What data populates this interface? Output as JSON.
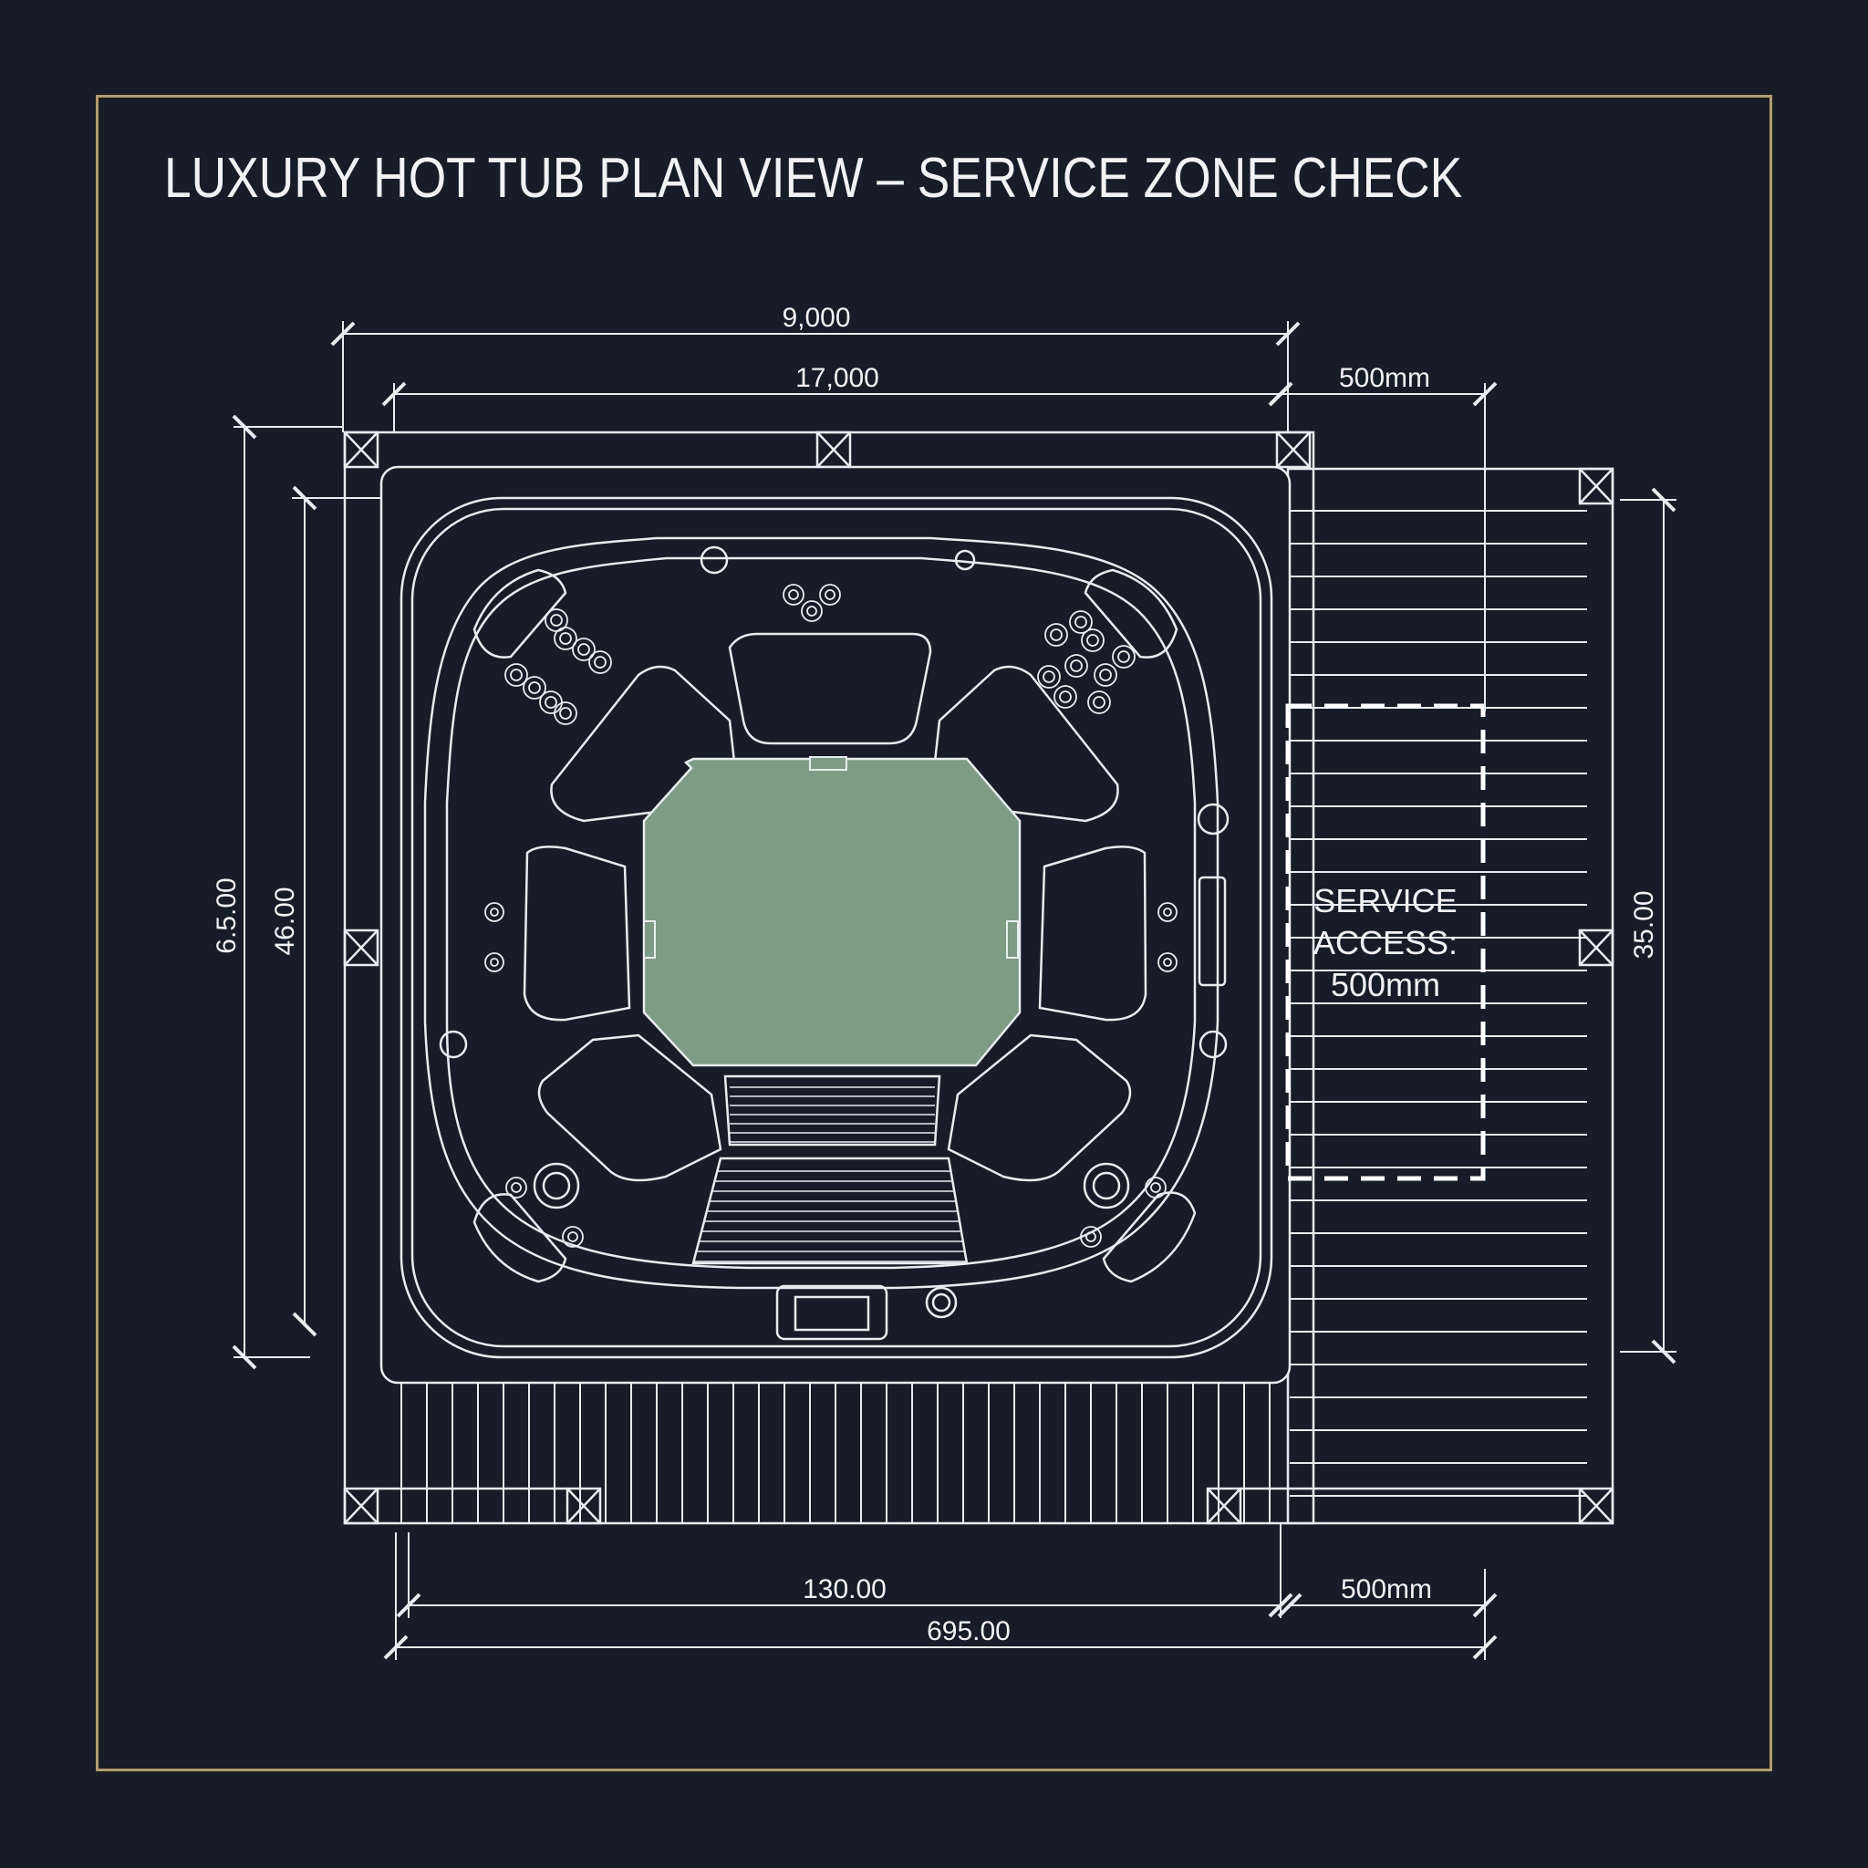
{
  "title": "LUXURY HOT TUB PLAN VIEW – SERVICE ZONE CHECK",
  "colors": {
    "background": "#161d29",
    "frame": "#b89a61",
    "line": "#e9ecef",
    "footwell": "#7d9c84",
    "text": "#f2f2f2"
  },
  "dimensions": {
    "top_outer": "9,000",
    "top_inner": "17,000",
    "top_service": "500mm",
    "left_outer": "6.5.00",
    "left_inner": "46.00",
    "right": "35.00",
    "bottom_inner": "130.00",
    "bottom_outer": "695.00",
    "bottom_service": "500mm"
  },
  "service_zone": {
    "lines": [
      "SERVICE",
      "ACCESS:",
      "500mm"
    ]
  }
}
